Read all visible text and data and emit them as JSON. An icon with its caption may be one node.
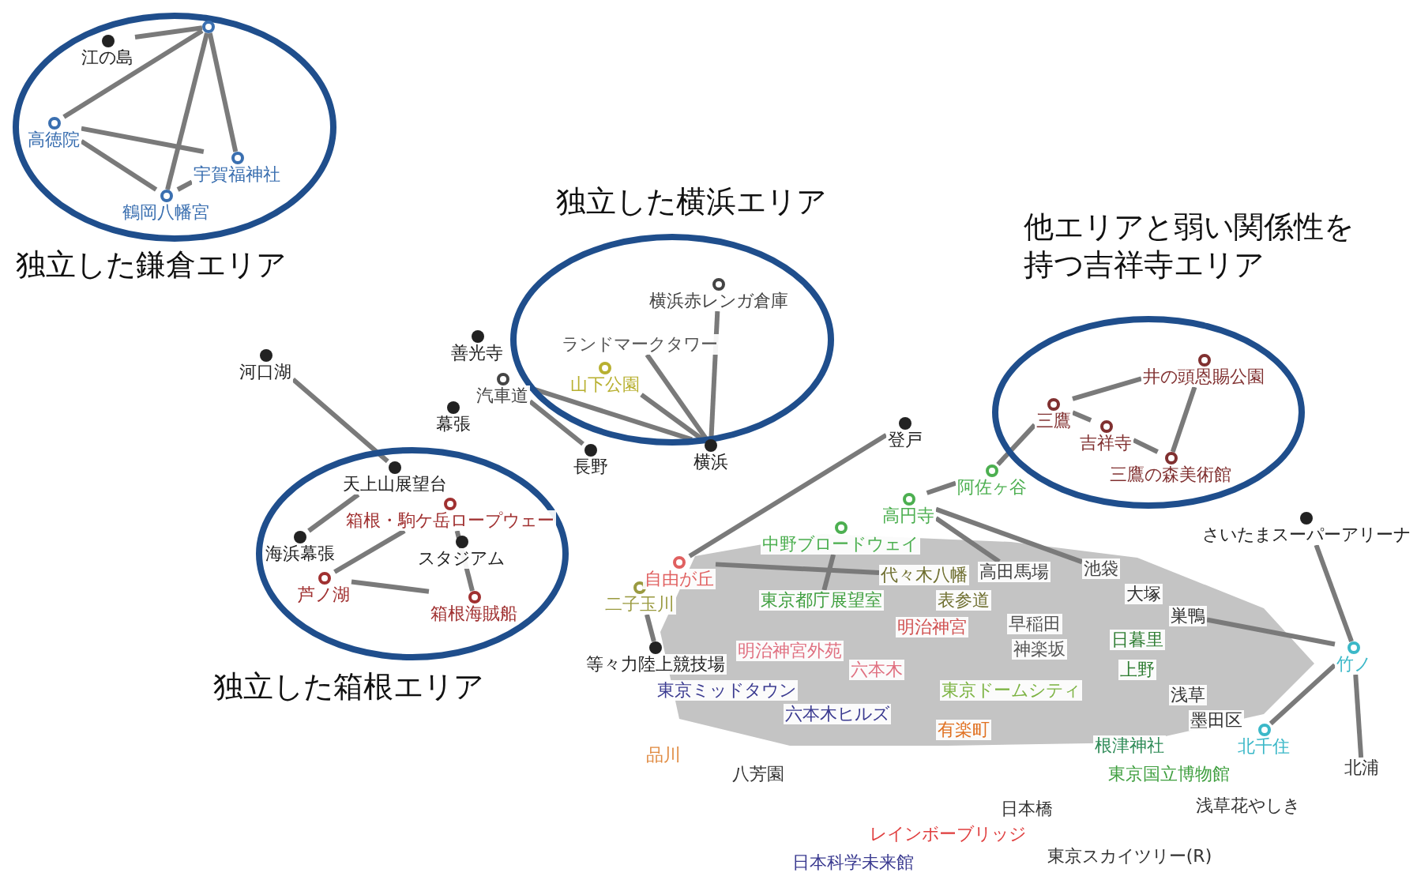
{
  "diagram": {
    "nodes": [
      {
        "text": [
          "独立した鎌倉エリア"
        ]
      },
      {
        "text": [
          "江の島"
        ],
        "in": 0
      },
      {
        "text": [],
        "shape": "circle",
        "in": 0
      },
      {
        "text": [
          "高徳院"
        ],
        "in": 0
      },
      {
        "text": [
          "宇賀福神社"
        ],
        "in": 0
      },
      {
        "text": [
          "鶴岡八幡宮"
        ],
        "in": 0
      },
      {
        "text": [
          "独立した横浜エリア"
        ]
      },
      {
        "text": [
          "横浜赤レンガ倉庫"
        ],
        "in": 6
      },
      {
        "text": [
          "ランドマークタワー"
        ],
        "in": 6
      },
      {
        "text": [
          "山下公園"
        ],
        "in": 6
      },
      {
        "text": [
          "横浜"
        ]
      },
      {
        "text": [
          "善光寺"
        ]
      },
      {
        "text": [
          "汽車道"
        ]
      },
      {
        "text": [
          "長野"
        ]
      },
      {
        "text": [
          "河口湖"
        ]
      },
      {
        "text": [
          "幕張"
        ]
      },
      {
        "text": [
          "独立した箱根エリア"
        ]
      },
      {
        "text": [
          "天上山展望台"
        ],
        "in": 16
      },
      {
        "text": [
          "箱根・駒ケ岳ロープウェー"
        ],
        "in": 16
      },
      {
        "text": [
          "スタジアム"
        ],
        "in": 16
      },
      {
        "text": [
          "海浜幕張"
        ],
        "in": 16
      },
      {
        "text": [
          "芦ノ湖"
        ],
        "in": 16
      },
      {
        "text": [
          "箱根海賊船"
        ],
        "in": 16
      },
      {
        "text": [
          "二子玉川"
        ]
      },
      {
        "text": [
          "等々力陸上競技場"
        ]
      },
      {
        "text": [
          "自由が丘"
        ]
      },
      {
        "text": [
          "登戸"
        ]
      },
      {
        "text": [
          "他エリアと弱い関係性を持つ吉祥寺エリア"
        ]
      },
      {
        "text": [
          "井の頭恩賜公園"
        ],
        "in": 27
      },
      {
        "text": [
          "三鷹"
        ],
        "in": 27
      },
      {
        "text": [
          "吉祥寺"
        ],
        "in": 27
      },
      {
        "text": [
          "三鷹の森美術館"
        ],
        "in": 27
      },
      {
        "text": [
          "阿佐ヶ谷"
        ]
      },
      {
        "text": [
          "高円寺"
        ]
      },
      {
        "text": [
          "中野ブロードウェイ"
        ]
      },
      {
        "text": [
          "さいたまスーパーアリーナ"
        ]
      },
      {
        "text": [
          "竹ノ"
        ]
      },
      {
        "text": [
          "北浦"
        ]
      },
      {
        "text": [
          "北千住"
        ]
      },
      {
        "text": [
          "代々木八幡"
        ]
      },
      {
        "text": [
          "高田馬場"
        ]
      },
      {
        "text": [
          "池袋"
        ]
      },
      {
        "text": [
          "大塚"
        ]
      },
      {
        "text": [
          "巣鴨"
        ]
      },
      {
        "text": [
          "東京都庁展望室"
        ]
      },
      {
        "text": [
          "表参道"
        ]
      },
      {
        "text": [
          "早稲田"
        ]
      },
      {
        "text": [
          "神楽坂"
        ]
      },
      {
        "text": [
          "明治神宮"
        ]
      },
      {
        "text": [
          "明治神宮外苑"
        ]
      },
      {
        "text": [
          "六本木"
        ]
      },
      {
        "text": [
          "東京ドームシティ"
        ]
      },
      {
        "text": [
          "日暮里"
        ]
      },
      {
        "text": [
          "上野"
        ]
      },
      {
        "text": [
          "浅草"
        ]
      },
      {
        "text": [
          "墨田区"
        ]
      },
      {
        "text": [
          "東京ミッドタウン"
        ]
      },
      {
        "text": [
          "六本木ヒルズ"
        ]
      },
      {
        "text": [
          "品川"
        ]
      },
      {
        "text": [
          "八芳園"
        ]
      },
      {
        "text": [
          "有楽町"
        ]
      },
      {
        "text": [
          "根津神社"
        ]
      },
      {
        "text": [
          "東京国立博物館"
        ]
      },
      {
        "text": [
          "浅草花やしき"
        ]
      },
      {
        "text": [
          "日本橋"
        ]
      },
      {
        "text": [
          "レインボーブリッジ"
        ]
      },
      {
        "text": [
          "日本科学未来館"
        ]
      },
      {
        "text": [
          "東京スカイツリー(R)"
        ]
      }
    ],
    "edges": [
      {
        "from": 1,
        "to": 2,
        "arrow": "none"
      },
      {
        "from": 3,
        "to": 2,
        "arrow": "none"
      },
      {
        "from": 2,
        "to": 5,
        "arrow": "none"
      },
      {
        "from": 2,
        "to": 4,
        "arrow": "none"
      },
      {
        "from": 3,
        "to": 4,
        "arrow": "none"
      },
      {
        "from": 3,
        "to": 5,
        "arrow": "none"
      },
      {
        "from": 5,
        "to": 4,
        "arrow": "none"
      },
      {
        "from": 10,
        "to": 7,
        "arrow": "none"
      },
      {
        "from": 10,
        "to": 8,
        "arrow": "none"
      },
      {
        "from": 10,
        "to": 9,
        "arrow": "none"
      },
      {
        "from": 12,
        "to": 10,
        "arrow": "none"
      },
      {
        "from": 12,
        "to": 13,
        "arrow": "none"
      },
      {
        "from": 14,
        "to": 17,
        "arrow": "none"
      },
      {
        "from": 20,
        "to": 17,
        "arrow": "none"
      },
      {
        "from": 21,
        "to": 18,
        "arrow": "none"
      },
      {
        "from": 21,
        "to": 22,
        "arrow": "none"
      },
      {
        "from": 22,
        "to": 18,
        "arrow": "none"
      },
      {
        "from": 23,
        "to": 24,
        "arrow": "none"
      },
      {
        "from": 23,
        "to": 25,
        "arrow": "none"
      },
      {
        "from": 25,
        "to": 26,
        "arrow": "none"
      },
      {
        "from": 29,
        "to": 30,
        "arrow": "none"
      },
      {
        "from": 30,
        "to": 31,
        "arrow": "none"
      },
      {
        "from": 29,
        "to": 28,
        "arrow": "none"
      },
      {
        "from": 28,
        "to": 31,
        "arrow": "none"
      },
      {
        "from": 29,
        "to": 32,
        "arrow": "none"
      },
      {
        "from": 32,
        "to": 33,
        "arrow": "none"
      },
      {
        "from": 33,
        "to": 40,
        "arrow": "none"
      },
      {
        "from": 33,
        "to": 41,
        "arrow": "none"
      },
      {
        "from": 34,
        "to": 44,
        "arrow": "none"
      },
      {
        "from": 35,
        "to": 36,
        "arrow": "none"
      },
      {
        "from": 36,
        "to": 37,
        "arrow": "none"
      },
      {
        "from": 36,
        "to": 38,
        "arrow": "none"
      },
      {
        "from": 43,
        "to": 36,
        "arrow": "none"
      },
      {
        "from": 25,
        "to": 39,
        "arrow": "none"
      }
    ]
  }
}
